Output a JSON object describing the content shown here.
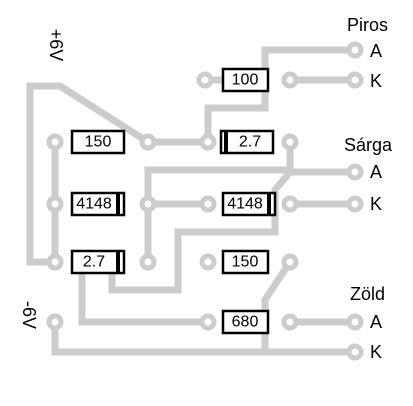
{
  "supply": {
    "positive": "+6V",
    "negative": "-6V"
  },
  "components": [
    {
      "id": "r100",
      "label": "100",
      "band": false
    },
    {
      "id": "r150a",
      "label": "150",
      "band": false
    },
    {
      "id": "r2_7a",
      "label": "2.7",
      "band": true
    },
    {
      "id": "d4148a",
      "label": "4148",
      "band": true
    },
    {
      "id": "d4148b",
      "label": "4148",
      "band": true
    },
    {
      "id": "r2_7b",
      "label": "2.7",
      "band": true
    },
    {
      "id": "r150b",
      "label": "150",
      "band": false
    },
    {
      "id": "r680",
      "label": "680",
      "band": false
    }
  ],
  "leds": [
    {
      "name": "Piros",
      "anode": "A",
      "cathode": "K"
    },
    {
      "name": "Sárga",
      "anode": "A",
      "cathode": "K"
    },
    {
      "name": "Zöld",
      "anode": "A",
      "cathode": "K"
    }
  ],
  "colors": {
    "trace": "#cccccc",
    "ink": "#000000",
    "background": "#ffffff"
  }
}
